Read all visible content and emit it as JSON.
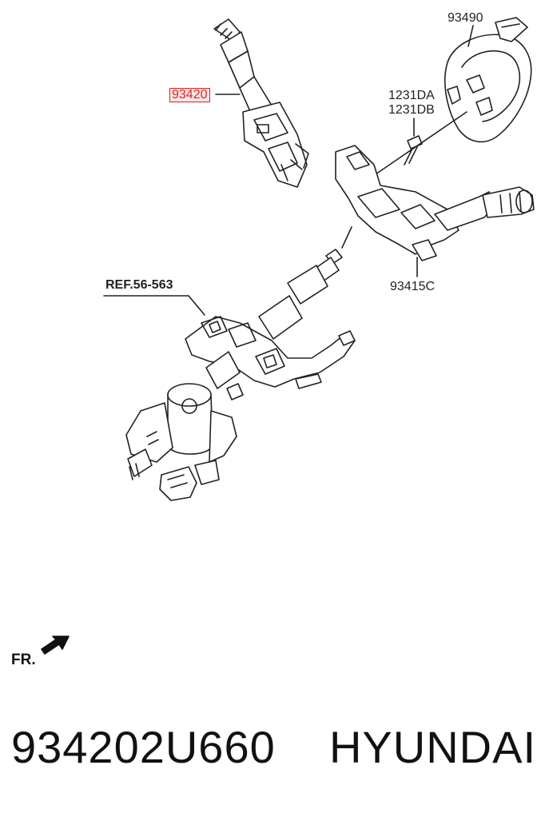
{
  "callouts": {
    "switch": "93420",
    "clock_spring": "93490",
    "bolt_a": "1231DA",
    "bolt_b": "1231DB",
    "body": "93415C",
    "ref": "REF.56-563"
  },
  "orientation": "FR.",
  "footer": {
    "part_number": "934202U660",
    "brand": "HYUNDAI"
  },
  "colors": {
    "highlight_border": "#e02020",
    "highlight_fill": "#fbe3e3",
    "line": "#222222"
  }
}
